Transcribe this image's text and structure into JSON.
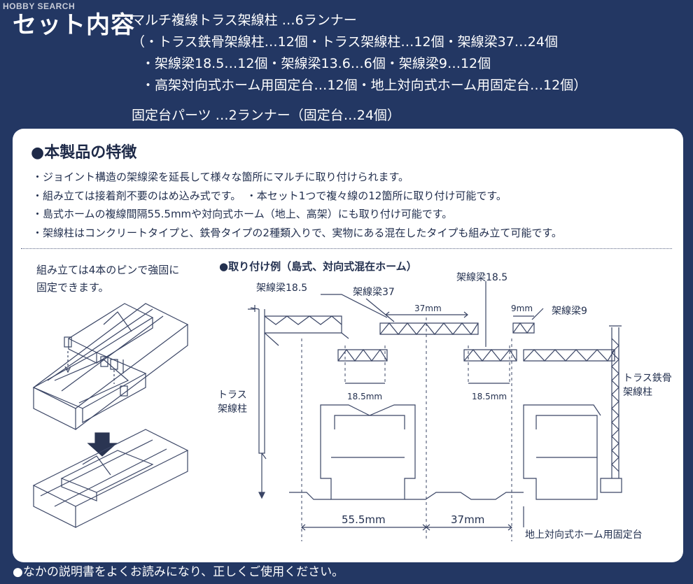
{
  "watermark": "HOBBY SEARCH",
  "set_title": "セット内容",
  "contents": {
    "line0": "マルチ複線トラス架線柱 …6ランナー",
    "line1": "（・トラス鉄骨架線柱…12個・トラス架線柱…12個・架線梁37…24個",
    "line2": "・架線梁18.5…12個・架線梁13.6…6個・架線梁9…12個",
    "line3": "・高架対向式ホーム用固定台…12個・地上対向式ホーム用固定台…12個）",
    "line4": "固定台パーツ …2ランナー（固定台…24個）"
  },
  "features": {
    "title": "●本製品の特徴",
    "items": [
      "・ジョイント構造の架線梁を延長して様々な箇所にマルチに取り付けられます。",
      "・組み立ては接着剤不要のはめ込み式です。　・本セット1つで複々線の12箇所に取り付け可能です。",
      "・島式ホームの複線間隔55.5mmや対向式ホーム（地上、高架）にも取り付け可能です。",
      "・架線柱はコンクリートタイプと、鉄骨タイプの2種類入りで、実物にある混在したタイプも組み立て可能です。"
    ]
  },
  "assembly_note": {
    "line1": "組み立ては4本のピンで強固に",
    "line2": "固定できます。"
  },
  "example": {
    "title": "●取り付け例（島式、対向式混在ホーム）",
    "labels": {
      "beam_18_5_left": "架線梁18.5",
      "beam_37": "架線梁37",
      "beam_18_5_right": "架線梁18.5",
      "beam_9": "架線梁9",
      "truss_pole_1": "トラス",
      "truss_pole_2": "架線柱",
      "steel_pole_1": "トラス鉄骨",
      "steel_pole_2": "架線柱",
      "dim_37_top": "37mm",
      "dim_9": "9mm",
      "dim_18_5_left": "18.5mm",
      "dim_18_5_right": "18.5mm",
      "dim_55_5": "55.5mm",
      "dim_37_bottom": "37mm",
      "ground_base": "地上対向式ホーム用固定台"
    }
  },
  "bottom_note": "●なかの説明書をよくお読みになり、正しくご使用ください。",
  "colors": {
    "background": "#233763",
    "panel": "#ffffff",
    "ink": "#23304f"
  }
}
